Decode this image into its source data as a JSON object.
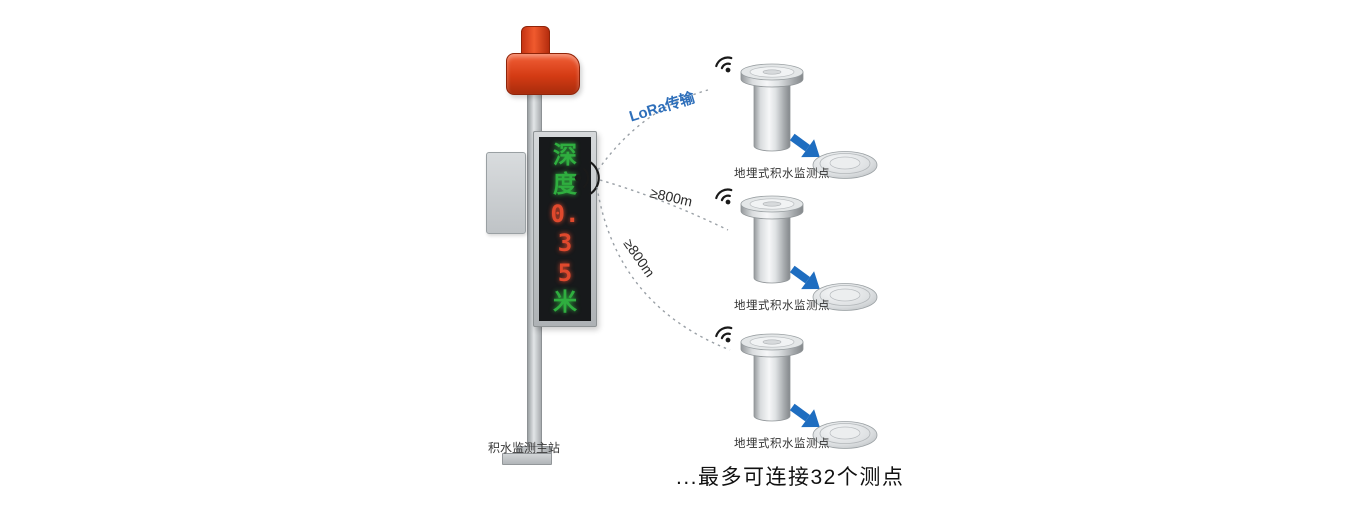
{
  "station": {
    "label": "积水监测主站",
    "display_rows": [
      {
        "text": "深",
        "color": "#2fae3f"
      },
      {
        "text": "度",
        "color": "#2fae3f"
      },
      {
        "text": "0.",
        "color": "#e0492d"
      },
      {
        "text": "3",
        "color": "#e0492d"
      },
      {
        "text": "5",
        "color": "#e0492d"
      },
      {
        "text": "米",
        "color": "#2fae3f"
      }
    ]
  },
  "links": [
    {
      "label": "LoRa传输",
      "color": "#2e6fba"
    },
    {
      "label": "≥800m",
      "color": "#2b2b2b"
    },
    {
      "label": "≥800m",
      "color": "#2b2b2b"
    }
  ],
  "sensors": [
    {
      "label": "地埋式积水监测点"
    },
    {
      "label": "地埋式积水监测点"
    },
    {
      "label": "地埋式积水监测点"
    }
  ],
  "caption": "...最多可连接32个测点",
  "colors": {
    "arrow": "#1e6dc0",
    "alarm": "#d93d17",
    "link_line": "#9aa0a6",
    "led_green": "#2fae3f",
    "led_red": "#e0492d"
  }
}
